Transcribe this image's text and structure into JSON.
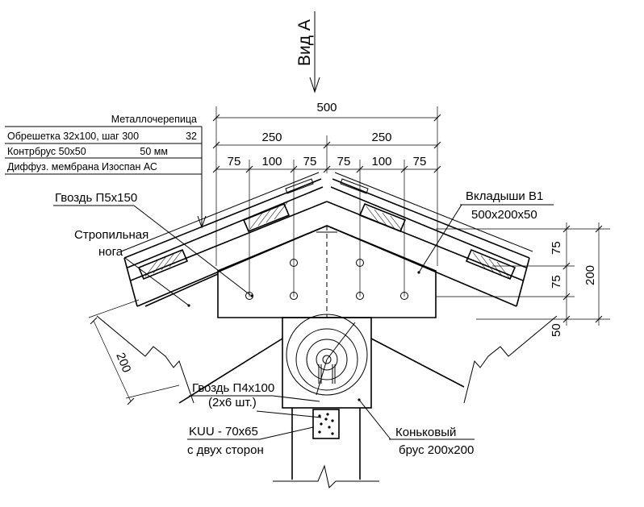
{
  "view": {
    "label": "Вид А"
  },
  "dims_top": {
    "total": "500",
    "half_left": "250",
    "half_right": "250",
    "segments": [
      "75",
      "100",
      "75",
      "75",
      "100",
      "75"
    ]
  },
  "layers": {
    "roofing": "Металлочерепица",
    "batten": "Обрешетка 32х100, шаг 300",
    "batten_value": "32",
    "counter": "Контрбрус 50х50",
    "counter_value": "50 мм",
    "membrane": "Диффуз. мембрана",
    "membrane_product": "Изоспан АС"
  },
  "nail_rafter": "Гвоздь П5х150",
  "rafter": {
    "line1": "Стропильная",
    "line2": "нога"
  },
  "rafter_dim": "200",
  "inserts": {
    "title": "Вкладыши В1",
    "size": "500х200х50"
  },
  "dims_right": {
    "a": "75",
    "b": "75",
    "c": "50",
    "total": "200"
  },
  "nail_small": {
    "line1": "Гвоздь П4х100",
    "line2": "(2х6 шт.)"
  },
  "bracket": {
    "line1": "KUU - 70х65",
    "line2": "с двух сторон"
  },
  "ridge": {
    "line1": "Коньковый",
    "line2": "брус 200х200"
  }
}
